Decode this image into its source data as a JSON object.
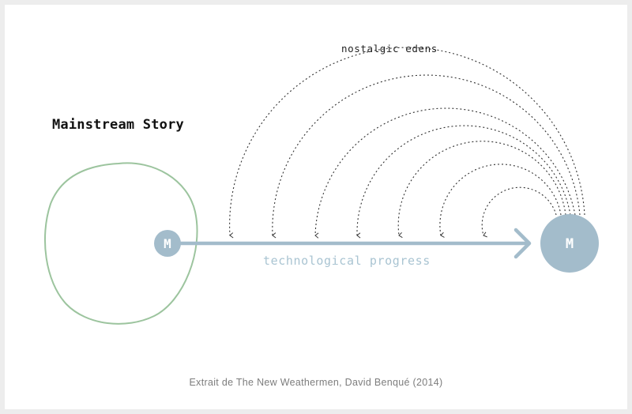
{
  "title": "Mainstream Story",
  "top_label": "nostalgic edens",
  "arrow_label": "technological progress",
  "node_start_label": "M",
  "node_end_label": "M",
  "caption": "Extrait de The New Weathermen, David Benqué (2014)",
  "colors": {
    "blob_stroke": "#9cc49e",
    "arrow": "#a3bccb",
    "node": "#a3bccb",
    "dotted": "#333333",
    "arrow_label": "#a9c4d2"
  }
}
